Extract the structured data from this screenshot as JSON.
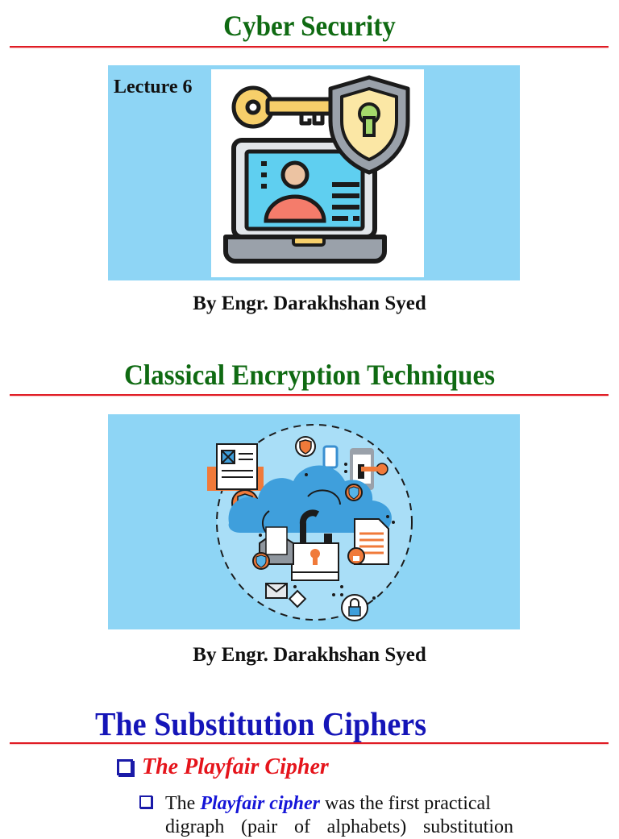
{
  "slides": [
    {
      "title": "Cyber Security",
      "panel_label": "Lecture 6",
      "image": "laptop-key-shield-illustration",
      "author": "By Engr. Darakhshan Syed"
    },
    {
      "title": "Classical Encryption Techniques",
      "image": "cloud-security-network-illustration",
      "author": "By Engr. Darakhshan Syed"
    },
    {
      "title": "The Substitution Ciphers",
      "bullets": [
        {
          "level": 1,
          "text": "The Playfair Cipher",
          "children": [
            {
              "level": 2,
              "prefix": "The ",
              "emphasis": "Playfair cipher",
              "suffix": " was the first practical",
              "continuation": "digraph (pair of alphabets) substitution"
            }
          ]
        }
      ]
    }
  ],
  "colors": {
    "title_green": "#0f6a12",
    "rule_red": "#e01b24",
    "panel_blue": "#8ed5f5",
    "title_blue": "#1515b8",
    "bullet_red": "#e5141b",
    "emphasis_blue": "#1515d8"
  }
}
